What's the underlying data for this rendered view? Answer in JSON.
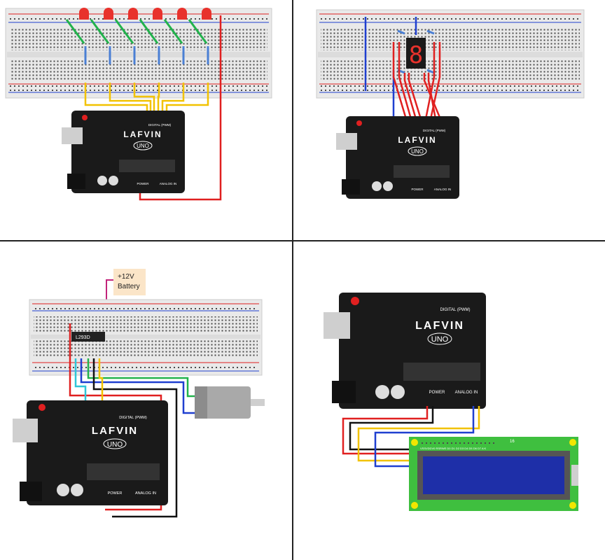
{
  "panels": [
    {
      "id": "leds",
      "brand": "LAFVIN",
      "model": "UNO",
      "digital_label": "DIGITAL (PWM)",
      "power_label": "POWER",
      "analog_label": "ANALOG IN"
    },
    {
      "id": "seven-segment",
      "brand": "LAFVIN",
      "model": "UNO",
      "digital_label": "DIGITAL (PWM)",
      "power_label": "POWER",
      "analog_label": "ANALOG IN",
      "display_digit": "8"
    },
    {
      "id": "motor",
      "brand": "LAFVIN",
      "model": "UNO",
      "digital_label": "DIGITAL (PWM)",
      "power_label": "POWER",
      "analog_label": "ANALOG IN",
      "chip_label": "L293D",
      "battery_label_1": "+12V",
      "battery_label_2": "Battery"
    },
    {
      "id": "lcd",
      "brand": "LAFVIN",
      "model": "UNO",
      "digital_label": "DIGITAL (PWM)",
      "power_label": "POWER",
      "analog_label": "ANALOG IN",
      "lcd_pin_label": "VSSVDDV0 RSRWE D0 D1 D2 D3 D4 D5 D6 D7 A K",
      "lcd_pin_number": "16"
    }
  ],
  "colors": {
    "board": "#1a1a1a",
    "breadboard": "#ececec",
    "wire_red": "#e02020",
    "wire_yellow": "#f2c200",
    "wire_green": "#22b24c",
    "wire_blue": "#1f3fd0",
    "wire_cyan": "#2fc6d8",
    "wire_black": "#111111",
    "wire_magenta": "#c2237a",
    "led_red": "#e8322c",
    "lcd_pcb": "#3fbf3f",
    "lcd_screen": "#1e2fa8",
    "battery": "#fbe5c8"
  }
}
